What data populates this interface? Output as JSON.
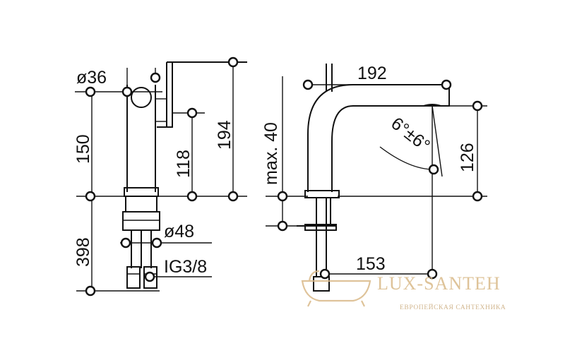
{
  "dimensions": {
    "d36": "ø36",
    "d150": "150",
    "d118": "118",
    "d194": "194",
    "d398": "398",
    "d48": "ø48",
    "thread": "IG3/8",
    "maxh": "max. 40",
    "d192": "192",
    "d126": "126",
    "d153": "153",
    "angle": "6°±6°"
  },
  "watermark": {
    "brand": "LUX-SANTEH",
    "tagline": "ЕВРОПЕЙСКАЯ САНТЕХНИКА",
    "color": "#d9b988"
  }
}
